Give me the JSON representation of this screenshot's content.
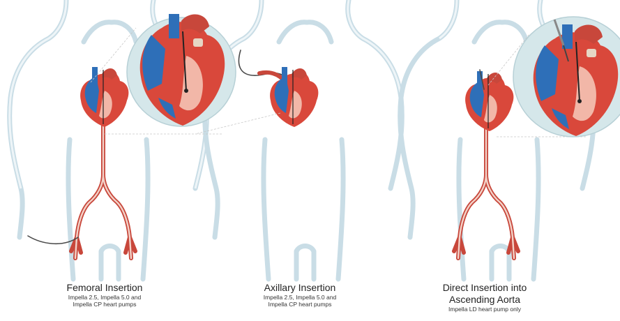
{
  "panels": [
    {
      "title": "Femoral Insertion",
      "subtitle_lines": [
        "Impella 2.5, Impella 5.0 and",
        "Impella CP heart pumps"
      ]
    },
    {
      "title": "Axillary Insertion",
      "subtitle_lines": [
        "Impella 2.5, Impella 5.0 and",
        "Impella CP heart pumps"
      ]
    },
    {
      "title_lines": [
        "Direct Insertion into",
        "Ascending Aorta"
      ],
      "subtitle": "Impella LD heart pump only"
    }
  ],
  "colors": {
    "artery": "#c8473b",
    "vein": "#2e6fb8",
    "body_outline": "#c9dde6",
    "magnifier": "#cfe2e6"
  }
}
